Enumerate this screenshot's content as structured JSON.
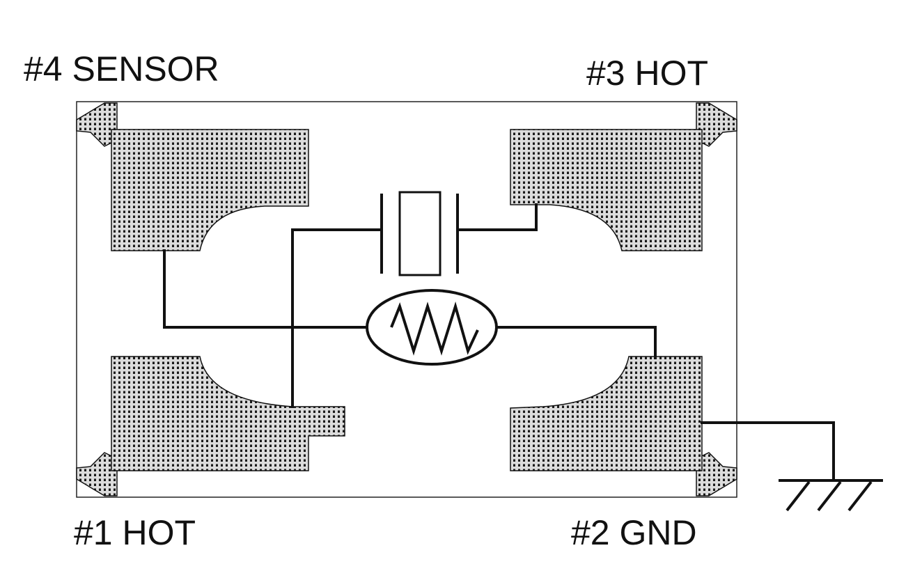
{
  "pins": {
    "pin4": "#4 SENSOR",
    "pin3": "#3 HOT",
    "pin1": "#1 HOT",
    "pin2": "#2 GND"
  },
  "components": {
    "crystal": "crystal-resonator-icon",
    "thermistor": "thermistor-icon",
    "ground": "ground-icon"
  },
  "colors": {
    "ink": "#111111",
    "background": "#ffffff"
  }
}
